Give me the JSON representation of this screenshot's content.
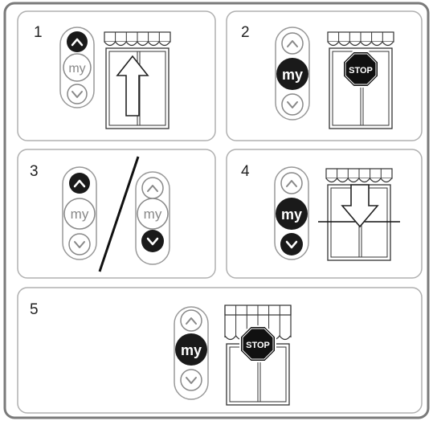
{
  "steps": [
    {
      "number": "1",
      "remote": {
        "up": "active",
        "my": "inactive",
        "down": "inactive"
      },
      "action": "open"
    },
    {
      "number": "2",
      "remote": {
        "up": "inactive",
        "my": "active",
        "down": "inactive"
      },
      "action": "stop"
    },
    {
      "number": "3",
      "remotes": [
        {
          "up": "active",
          "my": "inactive",
          "down": "inactive"
        },
        {
          "up": "inactive",
          "my": "inactive",
          "down": "active"
        }
      ]
    },
    {
      "number": "4",
      "remote": {
        "up": "inactive",
        "my": "active",
        "down": "active"
      },
      "action": "close"
    },
    {
      "number": "5",
      "remote": {
        "up": "inactive",
        "my": "active",
        "down": "inactive"
      },
      "action": "stop"
    }
  ],
  "labels": {
    "my": "my",
    "stop": "STOP"
  },
  "colors": {
    "panel_border": "#b0b0b0",
    "outer_border": "#7a7a7a",
    "ink": "#222222",
    "inactive_stroke": "#888888"
  }
}
